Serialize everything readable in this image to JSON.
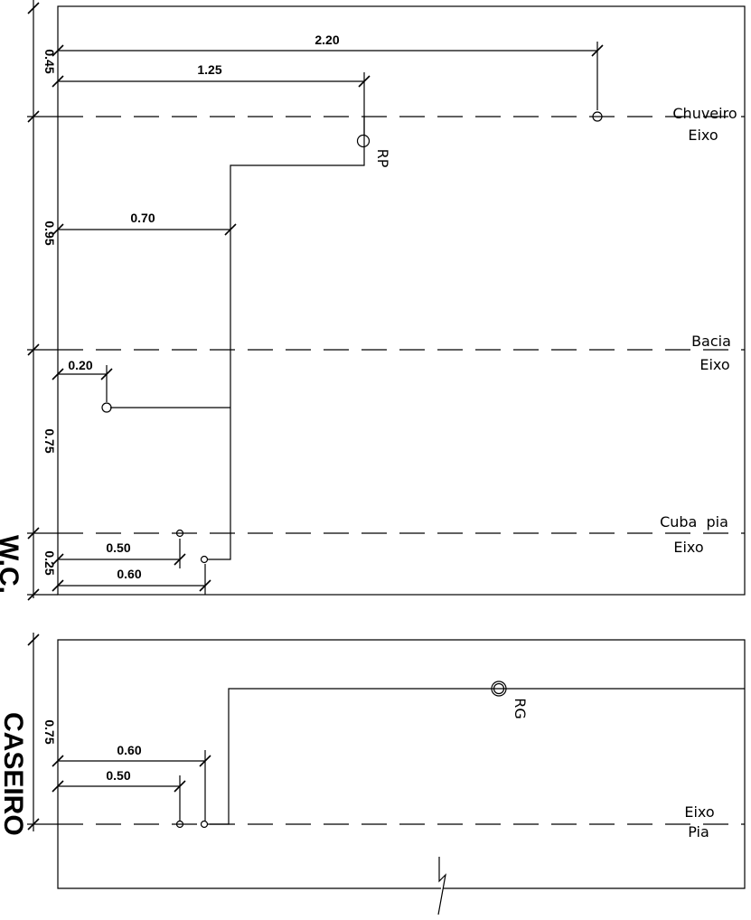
{
  "section_labels": {
    "wc": "W.C.",
    "caseiro": "CASEIRO"
  },
  "top_plan": {
    "horizontal_dims": [
      "2.20",
      "1.25",
      "0.70",
      "0.20",
      "0.50",
      "0.60"
    ],
    "vertical_dims": [
      "0.45",
      "0.95",
      "0.75",
      "0.25"
    ],
    "axes": [
      {
        "line1": "Chuveiro",
        "line2": "Eixo"
      },
      {
        "line1": "Bacia",
        "line2": "Eixo"
      },
      {
        "line1": "Cuba  pia",
        "line2": "Eixo"
      }
    ],
    "valve_label": "RP"
  },
  "bottom_plan": {
    "horizontal_dims": [
      "0.60",
      "0.50"
    ],
    "vertical_dims": [
      "0.75"
    ],
    "axis": {
      "line1": "Eixo",
      "line2": "Pia"
    },
    "valve_label": "RG"
  }
}
